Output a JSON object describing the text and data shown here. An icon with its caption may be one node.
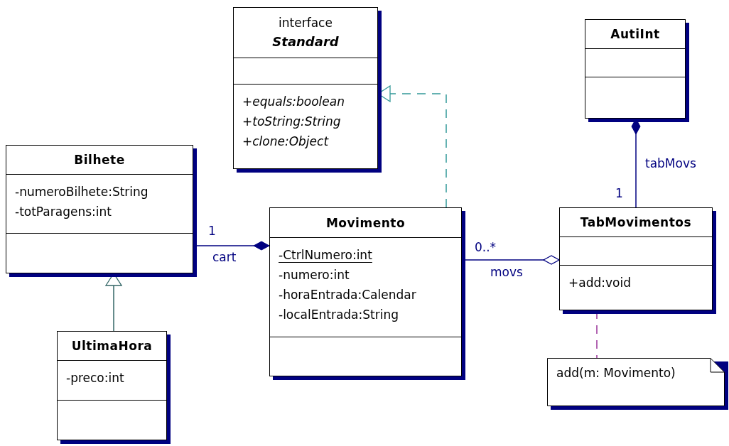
{
  "diagram": {
    "nodes": [
      {
        "text": [
          "interface",
          "Standard",
          "+equals:boolean",
          "+toString:String",
          "+clone:Object"
        ]
      },
      {
        "text": [
          "AutiInt"
        ]
      },
      {
        "text": [
          "Bilhete",
          "-numeroBilhete:String",
          "-totParagens:int"
        ]
      },
      {
        "text": [
          "Movimento",
          "-CtrlNumero:int",
          "-numero:int",
          "-horaEntrada:Calendar",
          "-localEntrada:String"
        ]
      },
      {
        "text": [
          "TabMovimentos",
          "+add:void"
        ]
      },
      {
        "text": [
          "UltimaHora",
          "-preco:int"
        ]
      },
      {
        "text": [
          "add(m: Movimento)"
        ]
      }
    ],
    "edges": [
      {
        "from": 3,
        "to": 0,
        "arrow": "to",
        "style": "dashed",
        "color": "#339999"
      },
      {
        "from": 5,
        "to": 2,
        "arrow": "to",
        "color": "#336666"
      },
      {
        "from": 2,
        "to": 3,
        "arrow": "other",
        "label": "cart"
      },
      {
        "from": 3,
        "to": 4,
        "arrow": "other",
        "label": "movs"
      },
      {
        "from": 4,
        "to": 1,
        "arrow": "other",
        "label": "tabMovs"
      },
      {
        "from": 4,
        "to": 6,
        "arrow": "none",
        "style": "dashed",
        "color": "#993399"
      }
    ],
    "labels": [
      "1",
      "1",
      "0..*"
    ]
  }
}
